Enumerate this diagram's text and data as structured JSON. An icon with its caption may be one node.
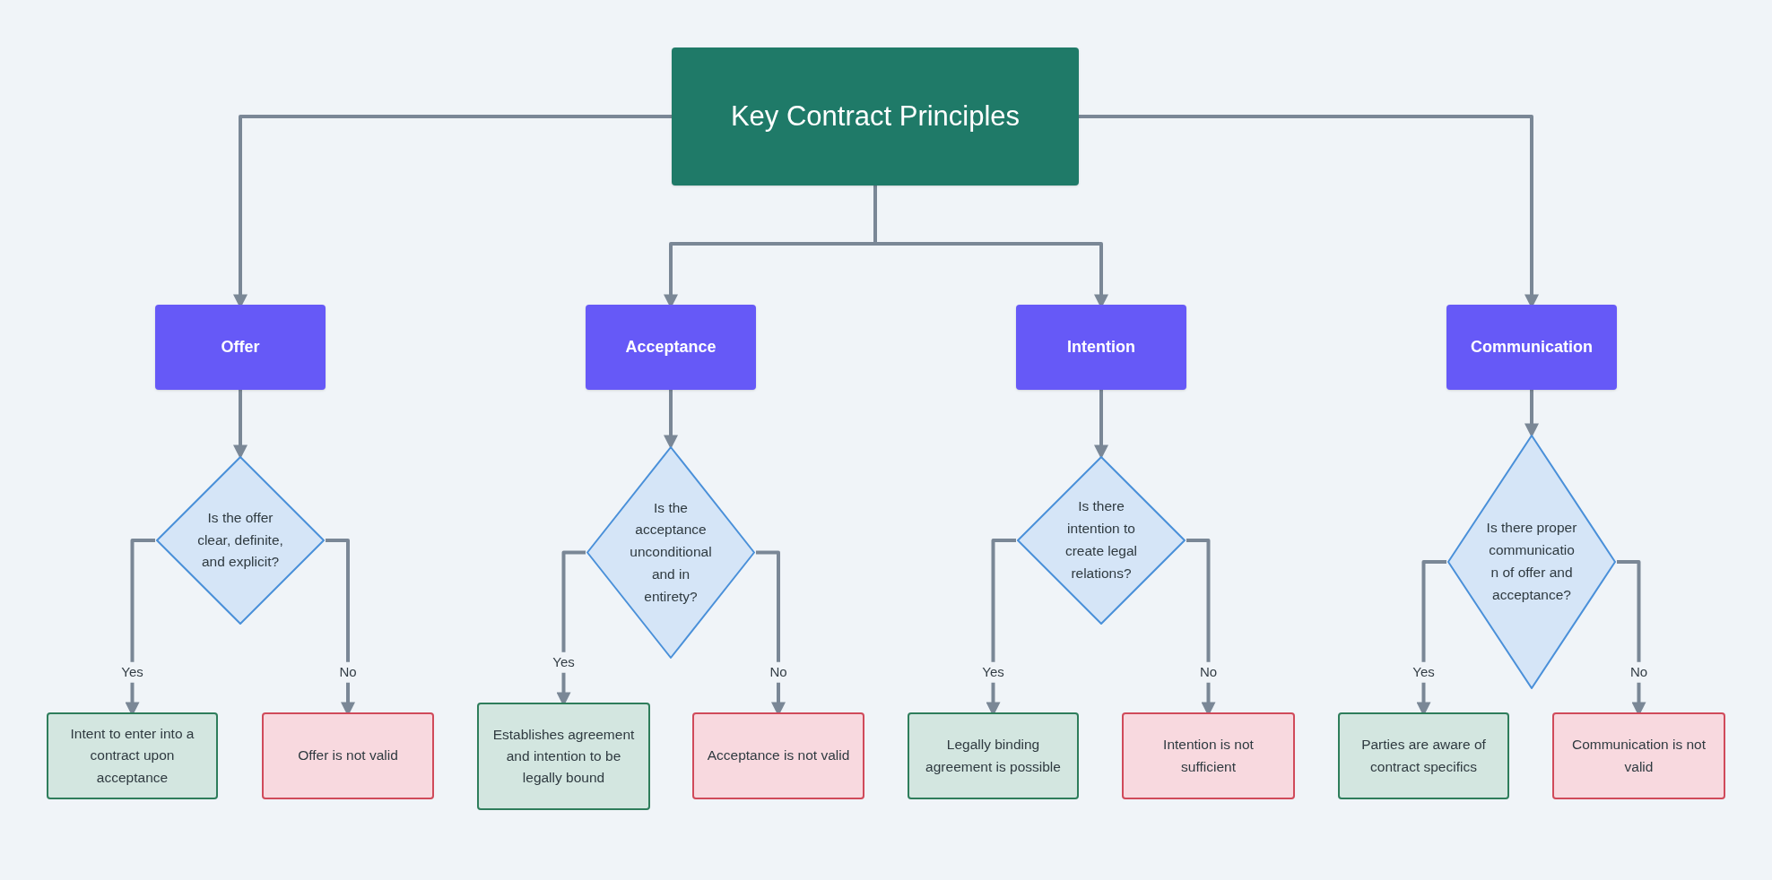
{
  "diagram": {
    "nodes": [
      {
        "text": [
          "Key Contract Principles"
        ]
      },
      {
        "text": [
          "Offer"
        ]
      },
      {
        "text": [
          "Acceptance"
        ]
      },
      {
        "text": [
          "Intention"
        ]
      },
      {
        "text": [
          "Communication"
        ]
      },
      {
        "text": [
          "Is the offer clear, definite, and explicit?"
        ]
      },
      {
        "text": [
          "Is the acceptance unconditional and in entirety?"
        ]
      },
      {
        "text": [
          "Is there intention to create legal relations?"
        ]
      },
      {
        "text": [
          "Is there proper communication of offer and acceptance?"
        ]
      },
      {
        "text": [
          "Intent to enter into a contract upon acceptance"
        ]
      },
      {
        "text": [
          "Offer is not valid"
        ]
      },
      {
        "text": [
          "Establishes agreement and intention to be legally bound"
        ]
      },
      {
        "text": [
          "Acceptance is not valid"
        ]
      },
      {
        "text": [
          "Legally binding agreement is possible"
        ]
      },
      {
        "text": [
          "Intention is not sufficient"
        ]
      },
      {
        "text": [
          "Parties are aware of contract specifics"
        ]
      },
      {
        "text": [
          "Communication is not valid"
        ]
      }
    ],
    "edges": [
      {
        "from": 0,
        "to": 1,
        "arrow": "to"
      },
      {
        "from": 0,
        "to": 2,
        "arrow": "to"
      },
      {
        "from": 0,
        "to": 3,
        "arrow": "to"
      },
      {
        "from": 0,
        "to": 4,
        "arrow": "to"
      },
      {
        "from": 1,
        "to": 5,
        "arrow": "to"
      },
      {
        "from": 2,
        "to": 6,
        "arrow": "to"
      },
      {
        "from": 3,
        "to": 7,
        "arrow": "to"
      },
      {
        "from": 4,
        "to": 8,
        "arrow": "to"
      },
      {
        "from": 5,
        "to": 9,
        "arrow": "to",
        "label": "Yes"
      },
      {
        "from": 5,
        "to": 10,
        "arrow": "to",
        "label": "No"
      },
      {
        "from": 6,
        "to": 11,
        "arrow": "to",
        "label": "Yes"
      },
      {
        "from": 6,
        "to": 12,
        "arrow": "to",
        "label": "No"
      },
      {
        "from": 7,
        "to": 13,
        "arrow": "to",
        "label": "Yes"
      },
      {
        "from": 7,
        "to": 14,
        "arrow": "to",
        "label": "No"
      },
      {
        "from": 8,
        "to": 15,
        "arrow": "to",
        "label": "Yes"
      },
      {
        "from": 8,
        "to": 16,
        "arrow": "to",
        "label": "No"
      }
    ]
  }
}
